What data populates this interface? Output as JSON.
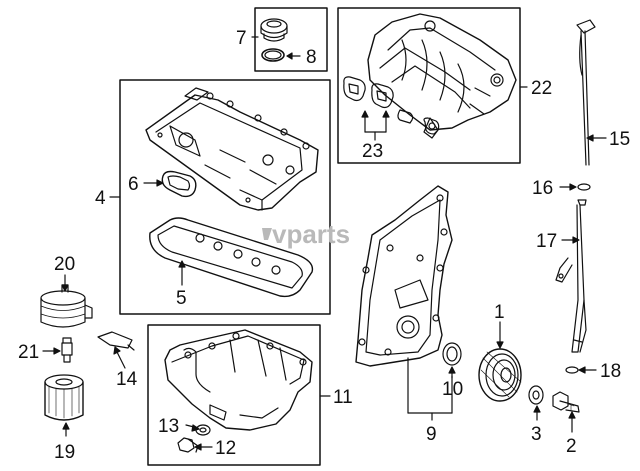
{
  "watermark": "vparts",
  "callouts": {
    "c1": "1",
    "c2": "2",
    "c3": "3",
    "c4": "4",
    "c5": "5",
    "c6": "6",
    "c7": "7",
    "c8": "8",
    "c9": "9",
    "c10": "10",
    "c11": "11",
    "c12": "12",
    "c13": "13",
    "c14": "14",
    "c15": "15",
    "c16": "16",
    "c17": "17",
    "c18": "18",
    "c19": "19",
    "c20": "20",
    "c21": "21",
    "c22": "22",
    "c23": "23"
  }
}
